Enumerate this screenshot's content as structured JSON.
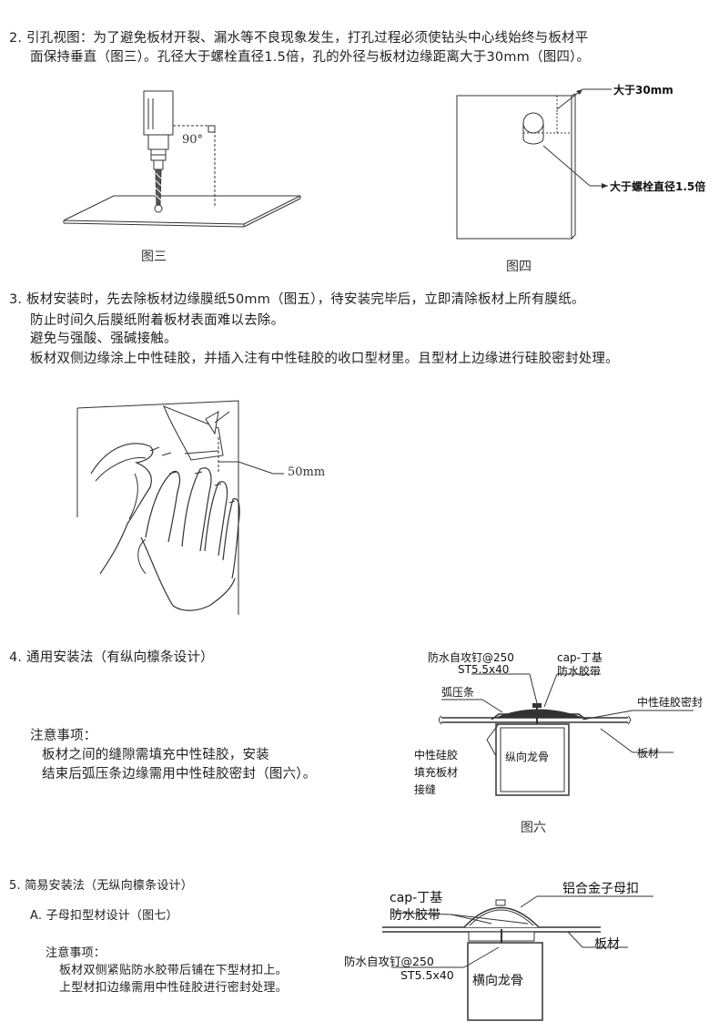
{
  "section2": {
    "line1": "2.  引孔视图：为了避免板材开裂、漏水等不良现象发生，打孔过程必须使钻头中心线始终与板材平",
    "line2": "面保持垂直（图三）。孔径大于螺栓直径1.5倍，孔的外径与板材边缘距离大于30mm（图四）。",
    "fig3_angle": "90°",
    "fig3_caption": "图三",
    "fig4_label_edge": "大于30mm",
    "fig4_label_dia": "大于螺栓直径1.5倍",
    "fig4_caption": "图四"
  },
  "section3": {
    "line1": "3.  板材安装时，先去除板材边缘膜纸50mm（图五），待安装完毕后，立即清除板材上所有膜纸。",
    "line2": "防止时间久后膜纸附着板材表面难以去除。",
    "line3": "避免与强酸、强碱接触。",
    "line4": "板材双侧边缘涂上中性硅胶，并插入注有中性硅胶的收口型材里。且型材上边缘进行硅胶密封处理。",
    "fig5_label": "50mm"
  },
  "section4": {
    "title": "4.  通用安装法（有纵向檩条设计）",
    "note_title": "注意事项：",
    "note_line1": "板材之间的缝隙需填充中性硅胶，安装",
    "note_line2": "结束后弧压条边缘需用中性硅胶密封（图六）。",
    "fig6": {
      "screw_label1": "防水自攻钉@250",
      "screw_label2": "ST5.5x40",
      "cap_label1": "cap-丁基",
      "cap_label2": "防水胶带",
      "strip_label": "弧压条",
      "seal_label": "中性硅胶密封",
      "fill_label1": "中性硅胶",
      "fill_label2": "填充板材",
      "fill_label3": "接缝",
      "keel_label": "纵向龙骨",
      "board_label": "板材",
      "caption": "图六"
    }
  },
  "section5": {
    "title": "5.  简易安装法（无纵向檩条设计）",
    "subtitle": "A. 子母扣型材设计（图七）",
    "note_title": "注意事项：",
    "note_line1": "板材双侧紧贴防水胶带后铺在下型材扣上。",
    "note_line2": "上型材扣边缘需用中性硅胶进行密封处理。",
    "fig7": {
      "cap_label1": "cap-丁基",
      "cap_label2": "防水胶带",
      "alloy_label": "铝合金子母扣",
      "board_label": "板材",
      "screw_label1": "防水自攻钉@250",
      "screw_label2": "ST5.5x40",
      "keel_label": "横向龙骨"
    }
  }
}
